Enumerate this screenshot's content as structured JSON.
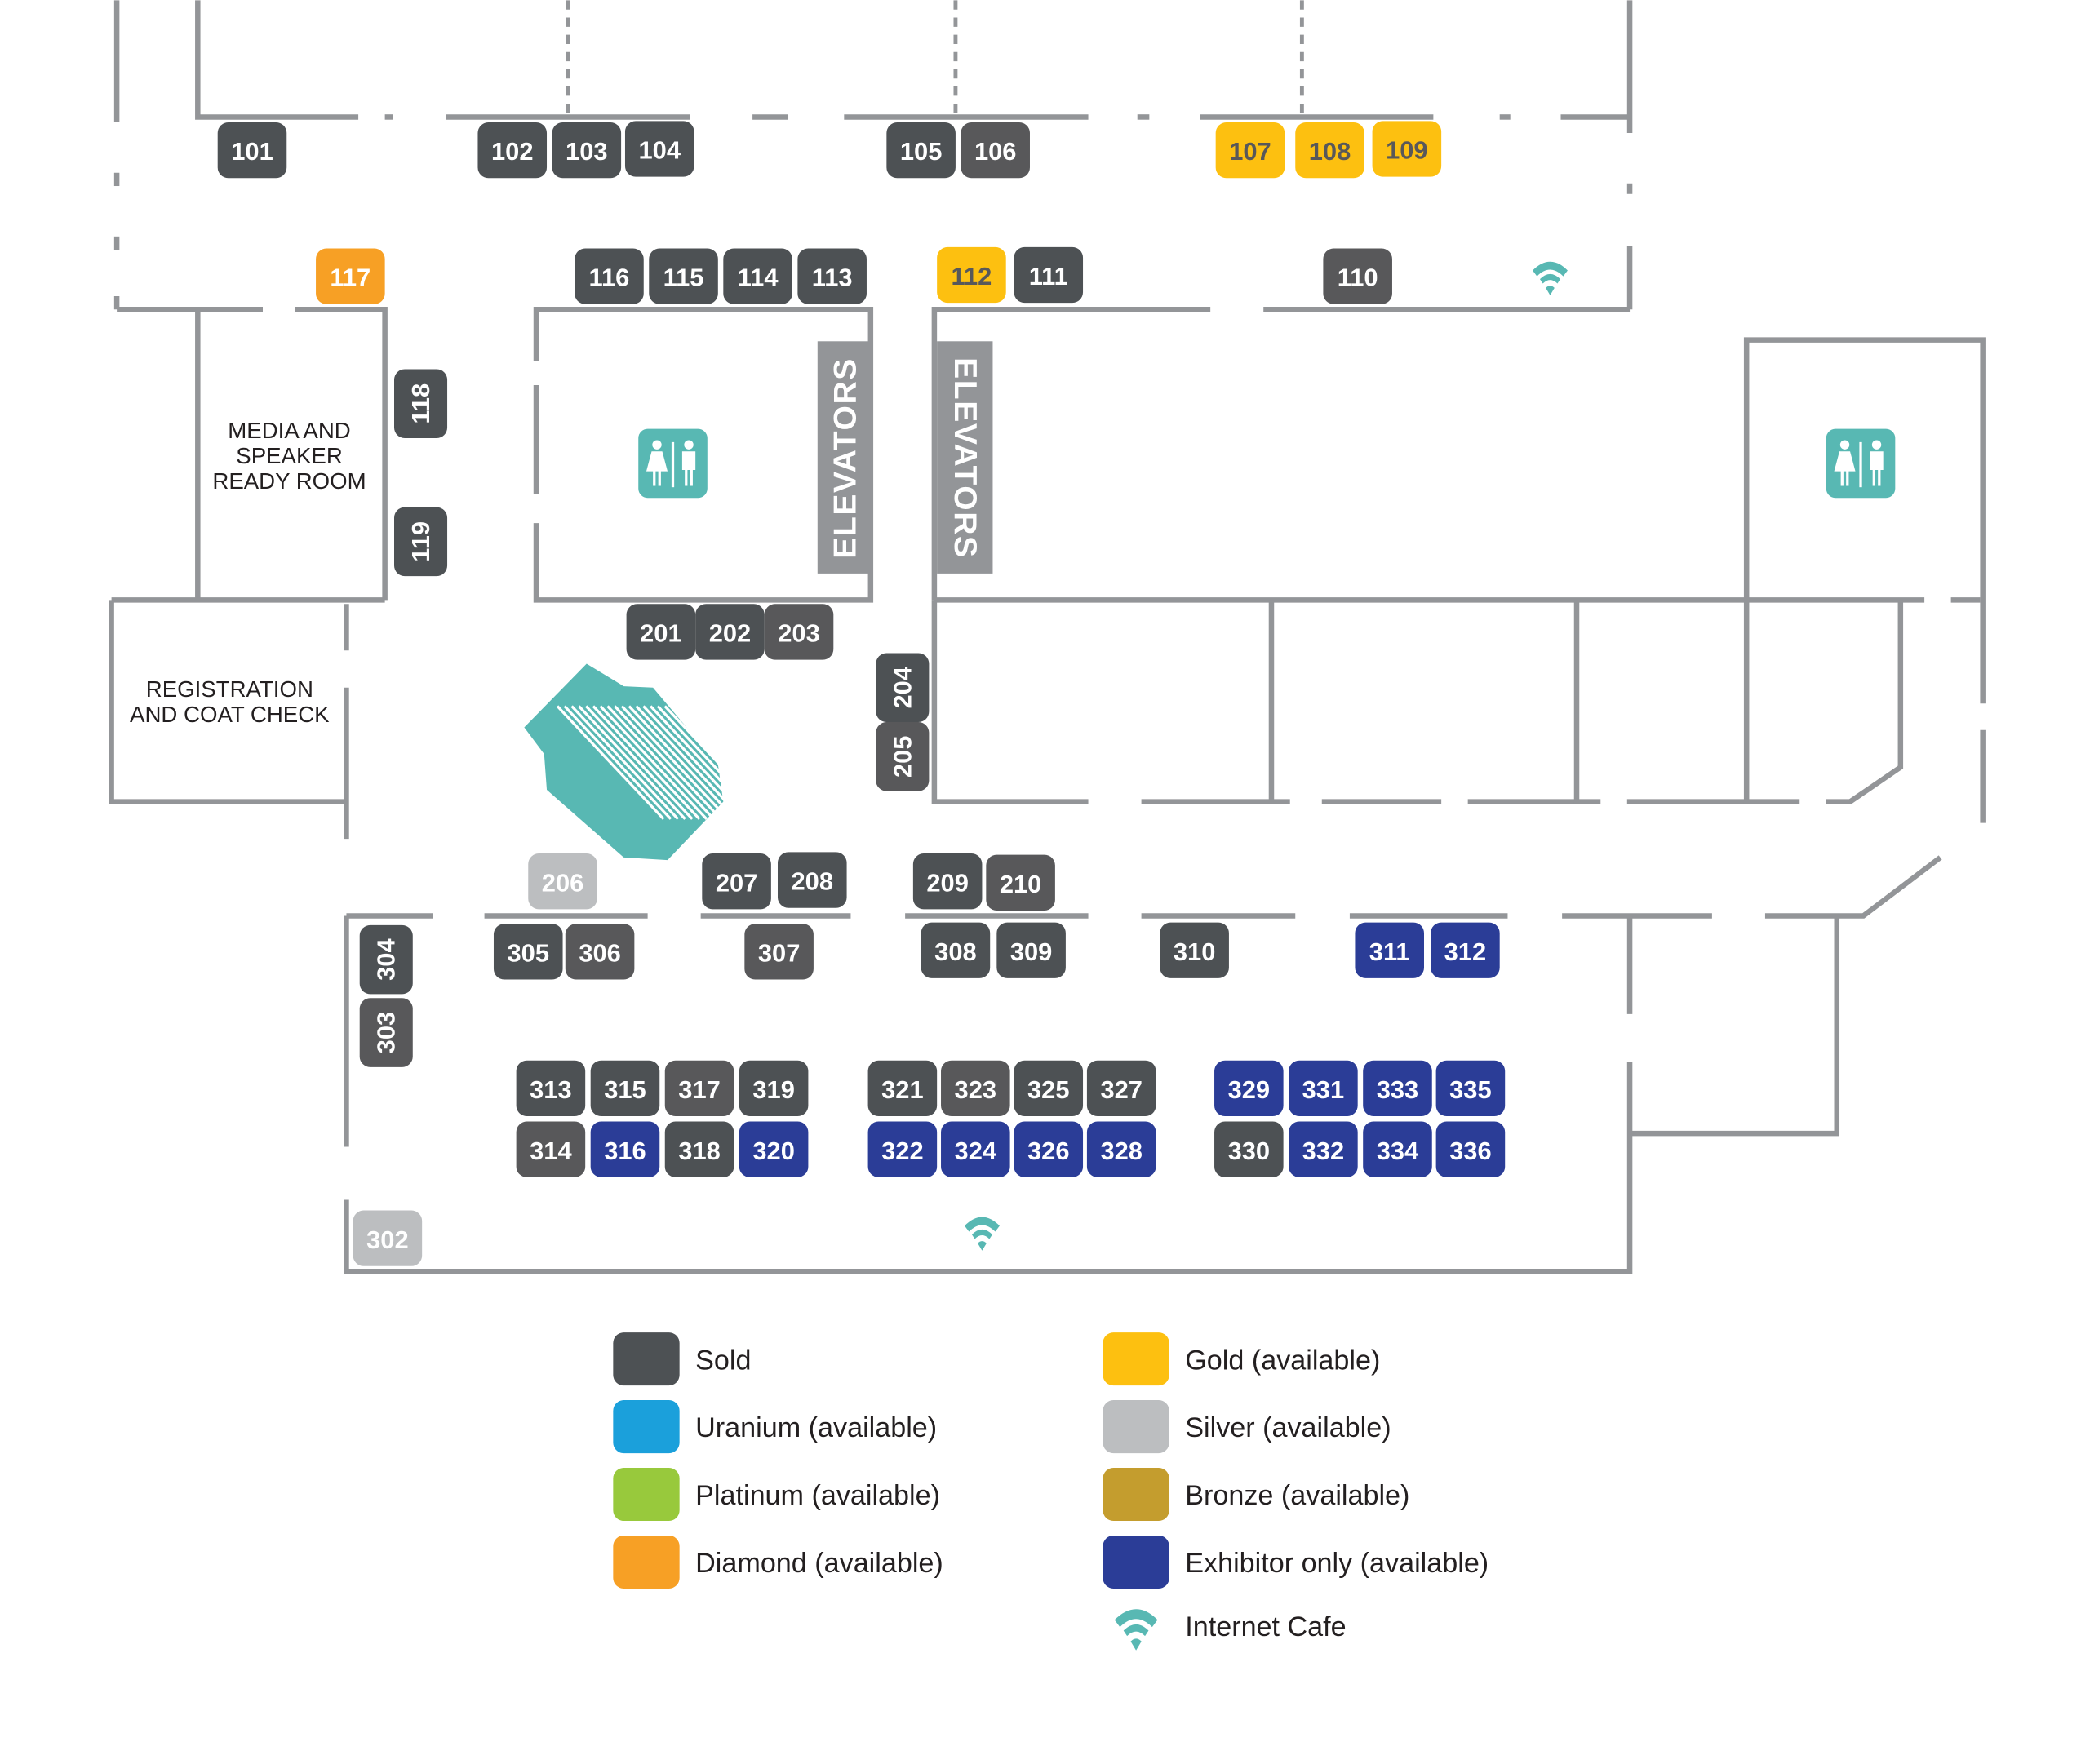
{
  "colors": {
    "sold": "#4d5154",
    "sold_alt": "#58585a",
    "uranium": "#1ba0db",
    "platinum": "#98c93c",
    "diamond": "#f7a025",
    "gold": "#fdc010",
    "silver": "#bcbec0",
    "bronze": "#c49d2e",
    "exhibitor": "#2b3d97",
    "teal": "#58b8b3",
    "wall": "#939598"
  },
  "rooms": {
    "media": [
      "MEDIA AND",
      "SPEAKER",
      "READY ROOM"
    ],
    "registration": [
      "REGISTRATION",
      "AND COAT CHECK"
    ],
    "elevators_left": "ELEVATORS",
    "elevators_right": "ELEVATORS"
  },
  "booths": [
    {
      "id": "101",
      "status": "sold"
    },
    {
      "id": "102",
      "status": "sold"
    },
    {
      "id": "103",
      "status": "sold"
    },
    {
      "id": "104",
      "status": "sold"
    },
    {
      "id": "105",
      "status": "sold"
    },
    {
      "id": "106",
      "status": "sold_alt"
    },
    {
      "id": "107",
      "status": "gold"
    },
    {
      "id": "108",
      "status": "gold"
    },
    {
      "id": "109",
      "status": "gold"
    },
    {
      "id": "110",
      "status": "sold_alt"
    },
    {
      "id": "111",
      "status": "sold"
    },
    {
      "id": "112",
      "status": "gold"
    },
    {
      "id": "113",
      "status": "sold"
    },
    {
      "id": "114",
      "status": "sold"
    },
    {
      "id": "115",
      "status": "sold"
    },
    {
      "id": "116",
      "status": "sold"
    },
    {
      "id": "117",
      "status": "diamond"
    },
    {
      "id": "118",
      "status": "sold",
      "vertical": true
    },
    {
      "id": "119",
      "status": "sold",
      "vertical": true
    },
    {
      "id": "201",
      "status": "sold"
    },
    {
      "id": "202",
      "status": "sold"
    },
    {
      "id": "203",
      "status": "sold_alt"
    },
    {
      "id": "204",
      "status": "sold",
      "vertical": true
    },
    {
      "id": "205",
      "status": "sold_alt",
      "vertical": true
    },
    {
      "id": "206",
      "status": "silver"
    },
    {
      "id": "207",
      "status": "sold"
    },
    {
      "id": "208",
      "status": "sold"
    },
    {
      "id": "209",
      "status": "sold"
    },
    {
      "id": "210",
      "status": "sold_alt"
    },
    {
      "id": "302",
      "status": "silver"
    },
    {
      "id": "303",
      "status": "sold_alt",
      "vertical": true
    },
    {
      "id": "304",
      "status": "sold",
      "vertical": true
    },
    {
      "id": "305",
      "status": "sold"
    },
    {
      "id": "306",
      "status": "sold_alt"
    },
    {
      "id": "307",
      "status": "sold_alt"
    },
    {
      "id": "308",
      "status": "sold"
    },
    {
      "id": "309",
      "status": "sold"
    },
    {
      "id": "310",
      "status": "sold"
    },
    {
      "id": "311",
      "status": "exhibitor"
    },
    {
      "id": "312",
      "status": "exhibitor"
    },
    {
      "id": "313",
      "status": "sold"
    },
    {
      "id": "314",
      "status": "sold_alt"
    },
    {
      "id": "315",
      "status": "sold"
    },
    {
      "id": "316",
      "status": "exhibitor"
    },
    {
      "id": "317",
      "status": "sold_alt"
    },
    {
      "id": "318",
      "status": "sold"
    },
    {
      "id": "319",
      "status": "sold"
    },
    {
      "id": "320",
      "status": "exhibitor"
    },
    {
      "id": "321",
      "status": "sold"
    },
    {
      "id": "322",
      "status": "exhibitor"
    },
    {
      "id": "323",
      "status": "sold_alt"
    },
    {
      "id": "324",
      "status": "exhibitor"
    },
    {
      "id": "325",
      "status": "sold"
    },
    {
      "id": "326",
      "status": "exhibitor"
    },
    {
      "id": "327",
      "status": "sold"
    },
    {
      "id": "328",
      "status": "exhibitor"
    },
    {
      "id": "329",
      "status": "exhibitor"
    },
    {
      "id": "330",
      "status": "sold"
    },
    {
      "id": "331",
      "status": "exhibitor"
    },
    {
      "id": "332",
      "status": "exhibitor"
    },
    {
      "id": "333",
      "status": "exhibitor"
    },
    {
      "id": "334",
      "status": "exhibitor"
    },
    {
      "id": "335",
      "status": "exhibitor"
    },
    {
      "id": "336",
      "status": "exhibitor"
    }
  ],
  "amenities": {
    "restroom_icon": "restroom-icon",
    "wifi_icon": "wifi-icon",
    "seating_area": "seating-area"
  },
  "legend": [
    {
      "label": "Sold",
      "status": "sold"
    },
    {
      "label": "Uranium (available)",
      "status": "uranium"
    },
    {
      "label": "Platinum (available)",
      "status": "platinum"
    },
    {
      "label": "Diamond (available)",
      "status": "diamond"
    },
    {
      "label": "Gold (available)",
      "status": "gold"
    },
    {
      "label": "Silver (available)",
      "status": "silver"
    },
    {
      "label": "Bronze (available)",
      "status": "bronze"
    },
    {
      "label": "Exhibitor only (available)",
      "status": "exhibitor"
    },
    {
      "label": "Internet Cafe",
      "status": "wifi"
    }
  ]
}
